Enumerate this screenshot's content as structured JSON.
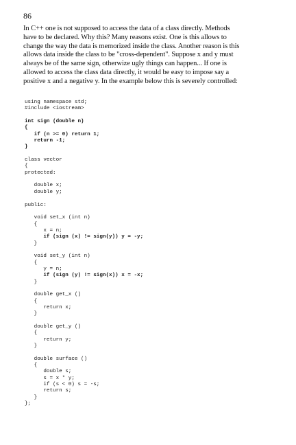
{
  "page_number": "86",
  "intro_lines": [
    "In C++ one is not supposed to access the data of a class directly. Methods",
    "have to be declared. Why this? Many reasons exist. One is this allows to",
    "change the way the data is memorized inside the class. Another reason is this",
    "allows data inside the class to be \"cross-dependent\". Suppose x and y must",
    "always be of the same sign, otherwize ugly things can happen... If one is",
    "allowed to access the class data directly, it would be easy to impose say a",
    "positive x and a negative y. In the example below this is severely controlled:"
  ],
  "code_lines": [
    {
      "t": "using namespace std;",
      "b": false
    },
    {
      "t": "#include <iostream>",
      "b": false
    },
    {
      "t": "",
      "b": false
    },
    {
      "t": "int sign (double n)",
      "b": true
    },
    {
      "t": "{",
      "b": true
    },
    {
      "t": "   if (n >= 0) return 1;",
      "b": true
    },
    {
      "t": "   return -1;",
      "b": true
    },
    {
      "t": "}",
      "b": true
    },
    {
      "t": "",
      "b": false
    },
    {
      "t": "class vector",
      "b": false
    },
    {
      "t": "{",
      "b": false
    },
    {
      "t": "protected:",
      "b": false
    },
    {
      "t": "",
      "b": false
    },
    {
      "t": "   double x;",
      "b": false
    },
    {
      "t": "   double y;",
      "b": false
    },
    {
      "t": "",
      "b": false
    },
    {
      "t": "public:",
      "b": false
    },
    {
      "t": "",
      "b": false
    },
    {
      "t": "   void set_x (int n)",
      "b": false
    },
    {
      "t": "   {",
      "b": false
    },
    {
      "t": "      x = n;",
      "b": false
    },
    {
      "t": "      if (sign (x) != sign(y)) y = -y;",
      "b": true
    },
    {
      "t": "   }",
      "b": false
    },
    {
      "t": "",
      "b": false
    },
    {
      "t": "   void set_y (int n)",
      "b": false
    },
    {
      "t": "   {",
      "b": false
    },
    {
      "t": "      y = n;",
      "b": false
    },
    {
      "t": "      if (sign (y) != sign(x)) x = -x;",
      "b": true
    },
    {
      "t": "   }",
      "b": false
    },
    {
      "t": "",
      "b": false
    },
    {
      "t": "   double get_x ()",
      "b": false
    },
    {
      "t": "   {",
      "b": false
    },
    {
      "t": "      return x;",
      "b": false
    },
    {
      "t": "   }",
      "b": false
    },
    {
      "t": "",
      "b": false
    },
    {
      "t": "   double get_y ()",
      "b": false
    },
    {
      "t": "   {",
      "b": false
    },
    {
      "t": "      return y;",
      "b": false
    },
    {
      "t": "   }",
      "b": false
    },
    {
      "t": "",
      "b": false
    },
    {
      "t": "   double surface ()",
      "b": false
    },
    {
      "t": "   {",
      "b": false
    },
    {
      "t": "      double s;",
      "b": false
    },
    {
      "t": "      s = x * y;",
      "b": false
    },
    {
      "t": "      if (s < 0) s = -s;",
      "b": false
    },
    {
      "t": "      return s;",
      "b": false
    },
    {
      "t": "   }",
      "b": false
    },
    {
      "t": "};",
      "b": false
    }
  ]
}
